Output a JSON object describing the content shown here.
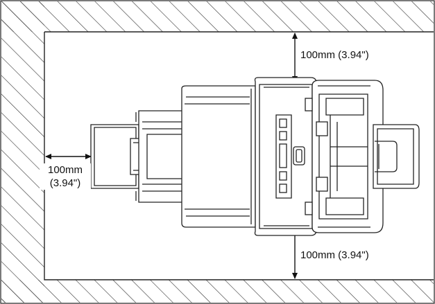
{
  "diagram": {
    "clearance_top": "100mm (3.94\")",
    "clearance_bottom": "100mm (3.94\")",
    "clearance_left_line1": "100mm",
    "clearance_left_line2": "(3.94\")"
  },
  "colors": {
    "line": "#222222",
    "hatch": "#333333",
    "background": "#ffffff"
  }
}
